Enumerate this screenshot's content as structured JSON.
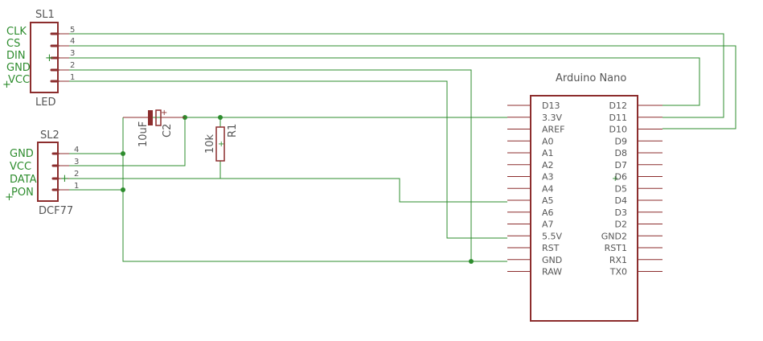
{
  "sl1": {
    "title": "SL1",
    "part": "LED",
    "pin_numbers": [
      "5",
      "4",
      "3",
      "2",
      "1"
    ],
    "signals": [
      "CLK",
      "CS",
      "DIN",
      "GND",
      "VCC"
    ]
  },
  "sl2": {
    "title": "SL2",
    "part": "DCF77",
    "pin_numbers": [
      "4",
      "3",
      "2",
      "1"
    ],
    "signals": [
      "GND",
      "VCC",
      "DATA",
      "PON"
    ]
  },
  "c2": {
    "name": "C2",
    "value": "10uF"
  },
  "r1": {
    "name": "R1",
    "value": "10k"
  },
  "arduino": {
    "title": "Arduino Nano",
    "left_pins": [
      "D13",
      "3.3V",
      "AREF",
      "A0",
      "A1",
      "A2",
      "A3",
      "A4",
      "A5",
      "A6",
      "A7",
      "5.5V",
      "RST",
      "GND",
      "RAW"
    ],
    "right_pins": [
      "D12",
      "D11",
      "D10",
      "D9",
      "D8",
      "D7",
      "D6",
      "D5",
      "D4",
      "D3",
      "D2",
      "GND2",
      "RST1",
      "RX1",
      "TX0"
    ]
  },
  "colors": {
    "wire": "#2d8c2d",
    "component": "#8c2d2d",
    "text": "#555555"
  }
}
